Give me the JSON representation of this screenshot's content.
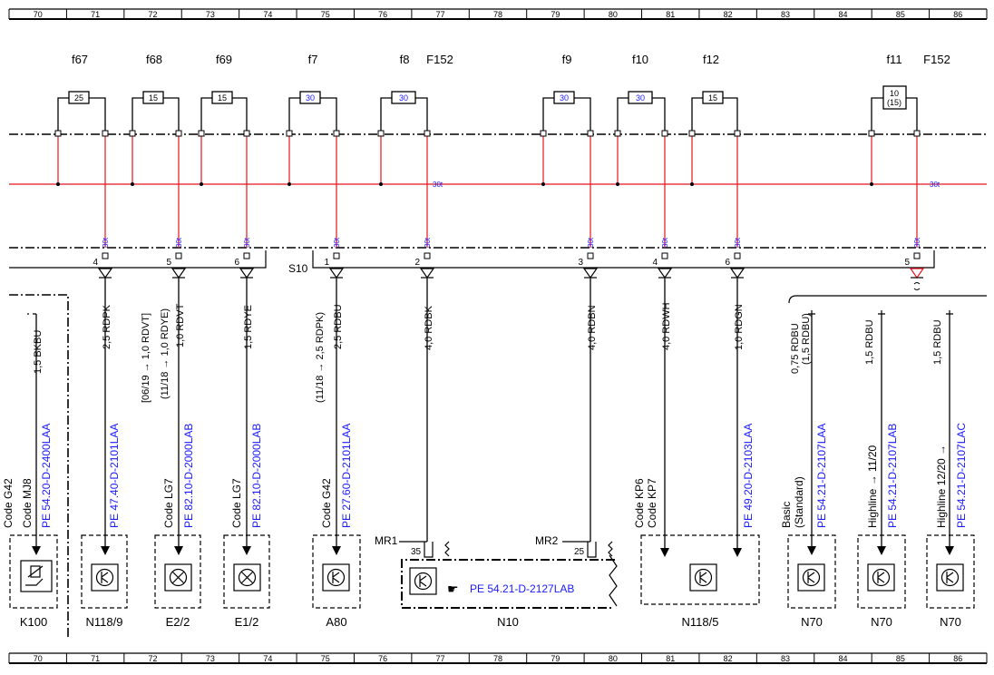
{
  "grid": {
    "numbers": [
      "70",
      "71",
      "72",
      "73",
      "74",
      "75",
      "76",
      "77",
      "78",
      "79",
      "80",
      "81",
      "82",
      "83",
      "84",
      "85",
      "86"
    ]
  },
  "fuses": [
    {
      "name": "f67",
      "rating": "25",
      "rating_alt": "",
      "color": "#000000"
    },
    {
      "name": "f68",
      "rating": "15",
      "rating_alt": "",
      "color": "#000000"
    },
    {
      "name": "f69",
      "rating": "15",
      "rating_alt": "",
      "color": "#000000"
    },
    {
      "name": "f7",
      "rating": "30",
      "rating_alt": "",
      "color": "#1a1aff"
    },
    {
      "name": "f8",
      "rating": "30",
      "rating_alt": "",
      "color": "#1a1aff"
    },
    {
      "name": "f9",
      "rating": "30",
      "rating_alt": "",
      "color": "#1a1aff"
    },
    {
      "name": "f10",
      "rating": "30",
      "rating_alt": "",
      "color": "#1a1aff"
    },
    {
      "name": "f12",
      "rating": "15",
      "rating_alt": "",
      "color": "#000000"
    },
    {
      "name": "f11",
      "rating": "10",
      "rating_alt": "(15)",
      "color": "#000000"
    }
  ],
  "fuse_box_labels": [
    "F152",
    "F152"
  ],
  "bus": {
    "label": "30t"
  },
  "splice": {
    "label": "S10",
    "pins": [
      "4",
      "5",
      "6",
      "1",
      "2",
      "3",
      "4",
      "6",
      "5"
    ]
  },
  "wires": [
    {
      "code": "1,5 BKBU",
      "notes": []
    },
    {
      "code": "2,5 RDPK",
      "notes": []
    },
    {
      "code": "1,0 RDVT",
      "notes": [
        "[06/19 → 1,0 RDVT]",
        "(11/18 → 1,0 RDYE)"
      ]
    },
    {
      "code": "1,5 RDYE",
      "notes": []
    },
    {
      "code": "2,5 RDBU",
      "notes": [
        "(11/18 → 2,5 RDPK)"
      ]
    },
    {
      "code": "4,0 RDBK",
      "notes": []
    },
    {
      "code": "4,0 RDBN",
      "notes": []
    },
    {
      "code": "4,0 RDWH",
      "notes": []
    },
    {
      "code": "1,0 RDGN",
      "notes": []
    },
    {
      "code": "0,75 RDBU",
      "notes": [
        "(1,5 RDBU)"
      ]
    },
    {
      "code": "1,5 RDBU",
      "notes": []
    },
    {
      "code": "1,5 RDBU",
      "notes": []
    }
  ],
  "refs": [
    {
      "pe": "PE 54.20-D-2400LAA",
      "codes": [
        "Code G42",
        "Code MJ8"
      ]
    },
    {
      "pe": "PE 47.40-D-2101LAA",
      "codes": []
    },
    {
      "pe": "PE 82.10-D-2000LAB",
      "codes": [
        "Code LG7"
      ]
    },
    {
      "pe": "PE 82.10-D-2000LAB",
      "codes": [
        "Code LG7"
      ]
    },
    {
      "pe": "PE 27.60-D-2101LAA",
      "codes": [
        "Code G42"
      ]
    },
    {
      "pe": "PE 49.20-D-2103LAA",
      "codes": [
        "Code KP6",
        "Code KP7"
      ]
    },
    {
      "pe": "PE 54.21-D-2107LAA",
      "codes": [
        "Basic",
        "(Standard)"
      ]
    },
    {
      "pe": "PE 54.21-D-2107LAB",
      "codes": [
        "Highline → 11/20"
      ]
    },
    {
      "pe": "PE 54.21-D-2107LAC",
      "codes": [
        "Highline 12/20 →"
      ]
    }
  ],
  "n10": {
    "pe": "PE 54.21-D-2127LAB",
    "mr1": "MR1",
    "mr1_pin": "35",
    "mr2": "MR2",
    "mr2_pin": "25"
  },
  "components": [
    "K100",
    "N118/9",
    "E2/2",
    "E1/2",
    "A80",
    "N10",
    "N118/5",
    "N70",
    "N70",
    "N70"
  ],
  "colors": {
    "power_wire": "#e8141b",
    "link_blue": "#1a1aff",
    "line": "#000000"
  }
}
